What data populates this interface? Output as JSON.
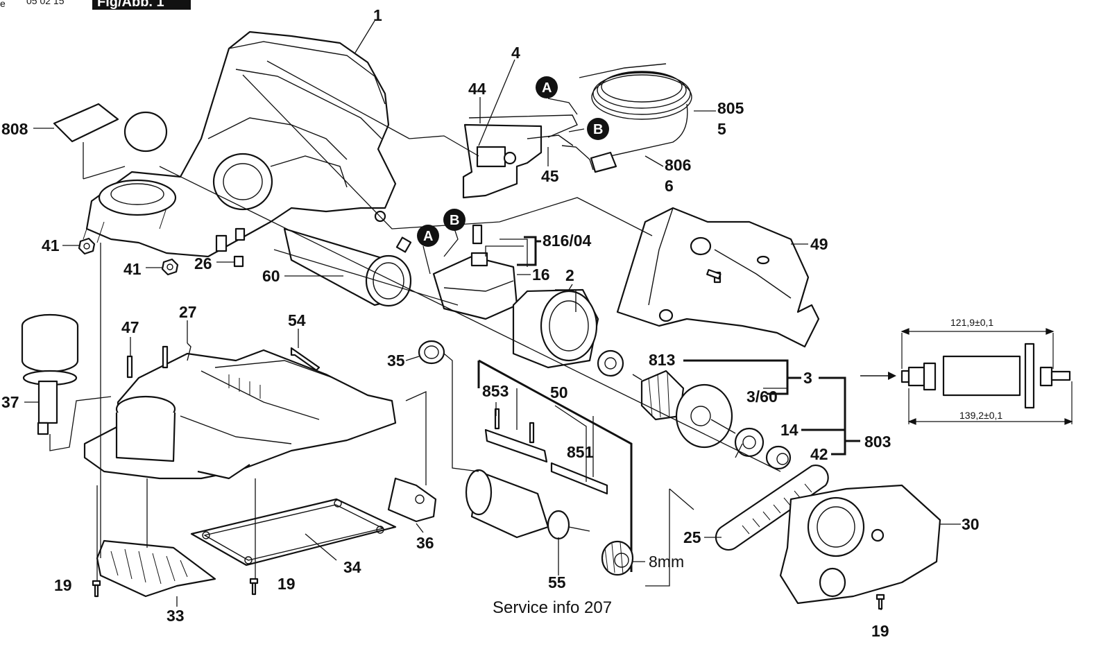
{
  "header": {
    "prefix": "e",
    "code": "05 02 15",
    "figure_tag": "Fig/Abb. 1"
  },
  "service_note": "Service info 207",
  "parts": {
    "p1": "1",
    "p4": "4",
    "p44": "44",
    "p805": "805",
    "p5": "5",
    "p45": "45",
    "p806": "806",
    "p6": "6",
    "p808": "808",
    "p41a": "41",
    "p41b": "41",
    "p26": "26",
    "p60": "60",
    "p816": "816/04",
    "p16": "16",
    "p2": "2",
    "p49": "49",
    "p47": "47",
    "p27": "27",
    "p54": "54",
    "p35": "35",
    "p37": "37",
    "p813": "813",
    "p3": "3",
    "p360": "3/60",
    "p14": "14",
    "p42": "42",
    "p803": "803",
    "p853": "853",
    "p50": "50",
    "p851": "851",
    "p25": "25",
    "p30": "30",
    "p55": "55",
    "p8mm": "8mm",
    "p36": "36",
    "p34": "34",
    "p19a": "19",
    "p19b": "19",
    "p19c": "19",
    "p33": "33"
  },
  "callouts": {
    "a1": "A",
    "b1": "B",
    "a2": "A",
    "b2": "B"
  },
  "dimensions": {
    "upper": "121,9±0,1",
    "lower": "139,2±0,1"
  },
  "colors": {
    "ink": "#111111",
    "paper": "#ffffff"
  }
}
